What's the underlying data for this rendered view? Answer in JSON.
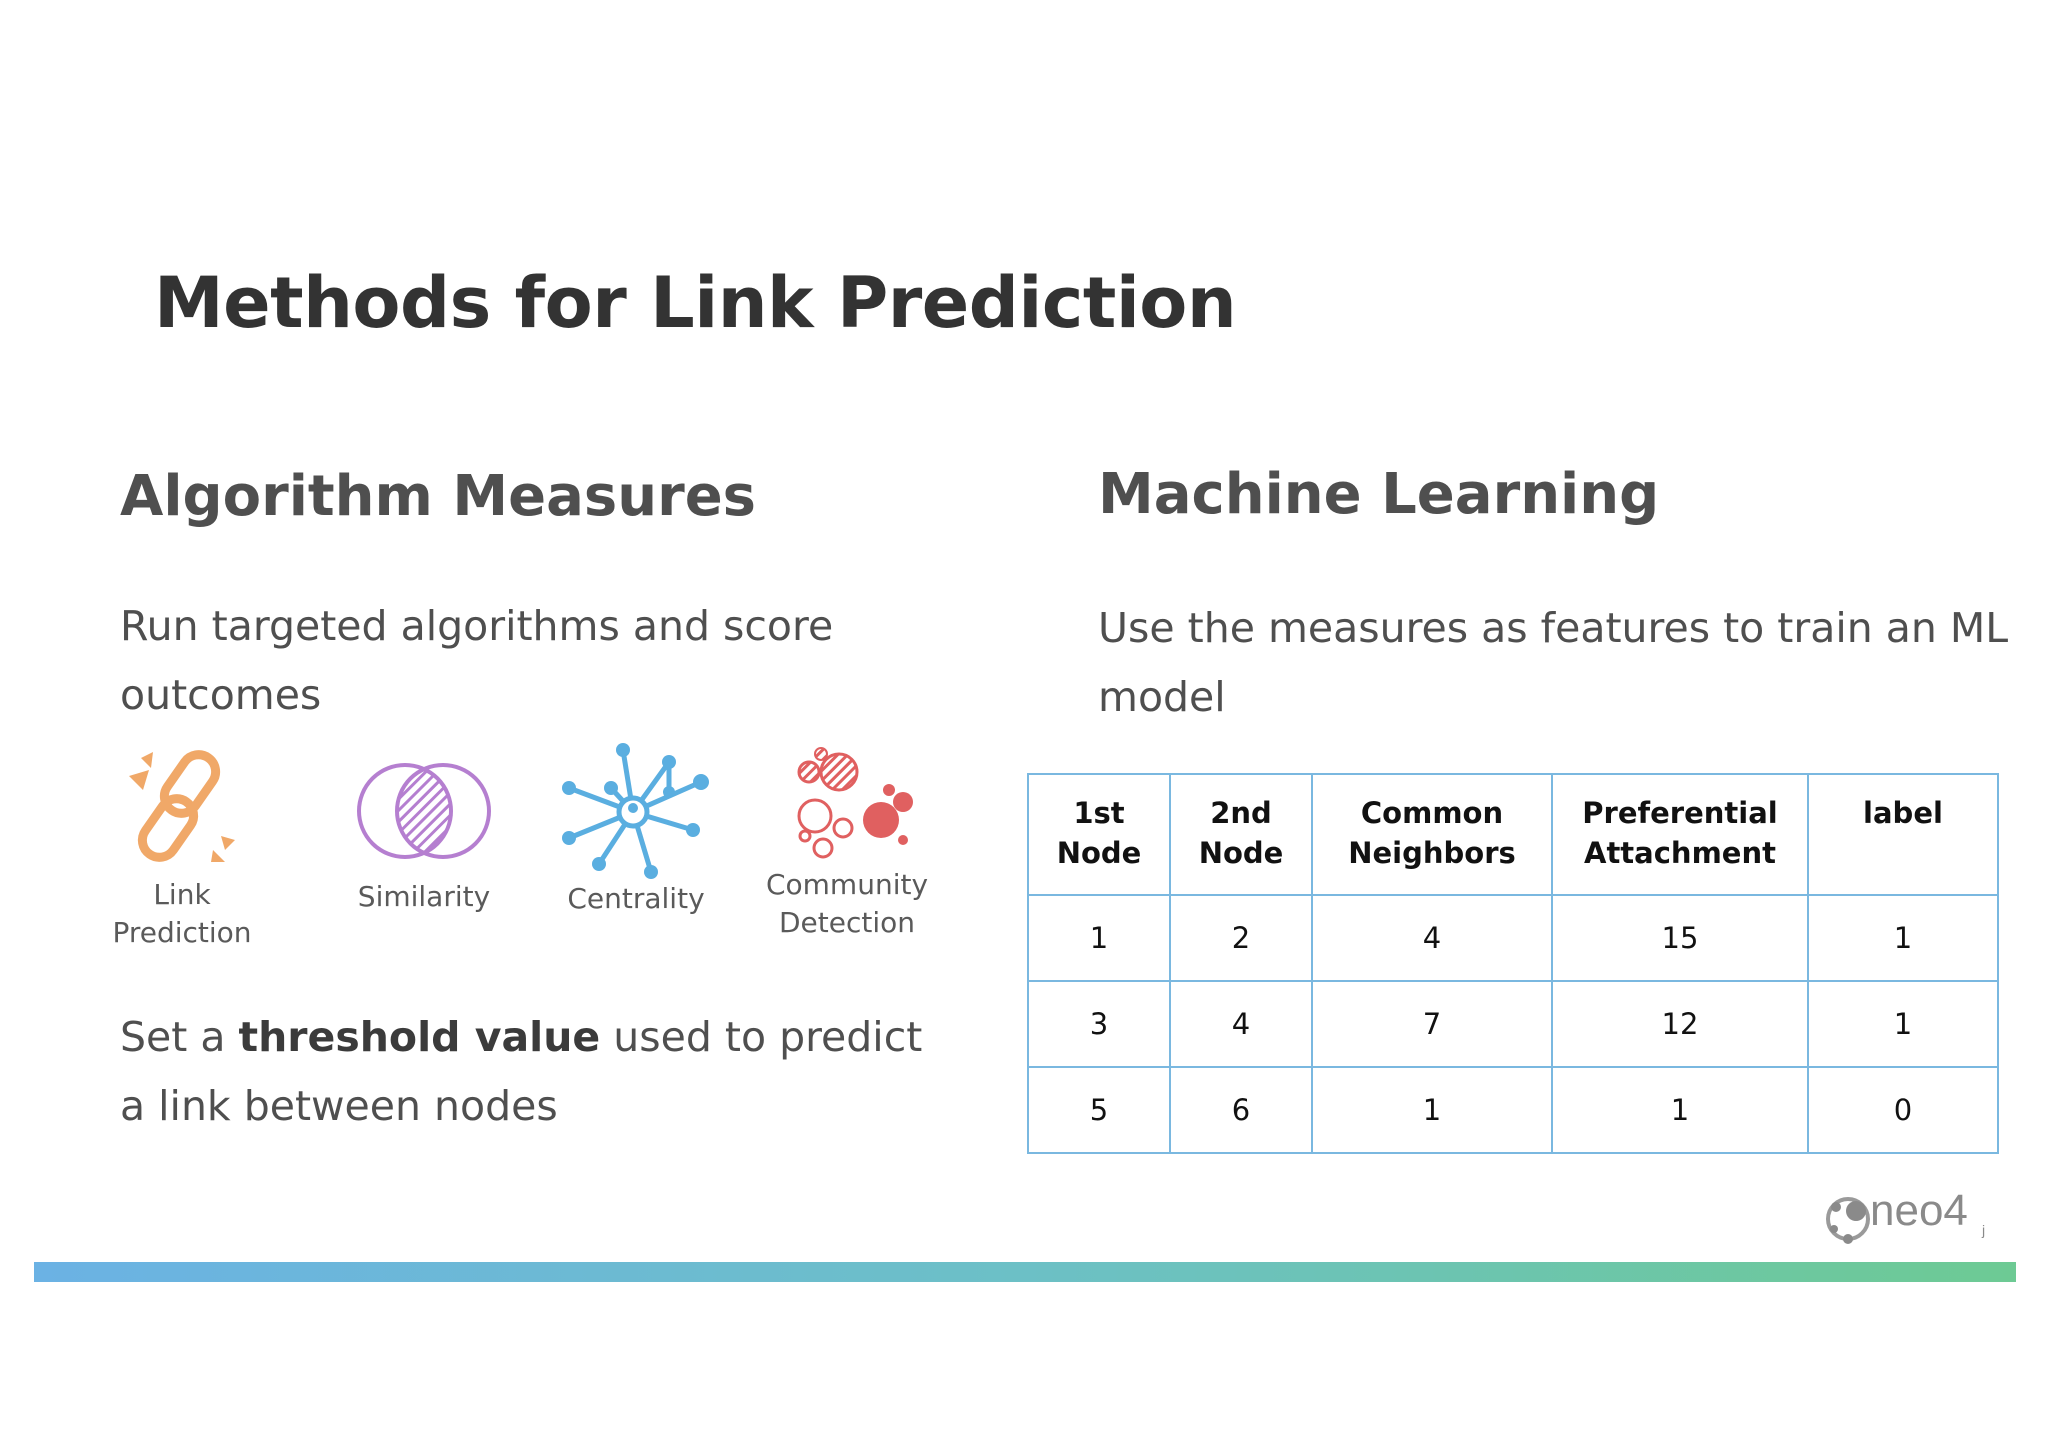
{
  "slide": {
    "title": "Methods for Link Prediction"
  },
  "left": {
    "heading": "Algorithm Measures",
    "description": "Run targeted algorithms and score outcomes",
    "icons": [
      {
        "label": "Link\nPrediction",
        "icon": "link-chain-icon",
        "color": "#f0a868"
      },
      {
        "label": "Similarity",
        "icon": "venn-overlap-icon",
        "color": "#b57fd0"
      },
      {
        "label": "Centrality",
        "icon": "network-hub-icon",
        "color": "#5aaee0"
      },
      {
        "label": "Community\nDetection",
        "icon": "community-bubbles-icon",
        "color": "#e06060"
      }
    ],
    "threshold": {
      "prefix": "Set a ",
      "bold": "threshold value",
      "suffix": " used to predict a link between nodes"
    }
  },
  "right": {
    "heading": "Machine Learning",
    "description": "Use the measures as features to train an ML model",
    "table": {
      "headers": [
        "1st\nNode",
        "2nd\nNode",
        "Common\nNeighbors",
        "Preferential\nAttachment",
        "label"
      ],
      "rows": [
        [
          "1",
          "2",
          "4",
          "15",
          "1"
        ],
        [
          "3",
          "4",
          "7",
          "12",
          "1"
        ],
        [
          "5",
          "6",
          "1",
          "1",
          "0"
        ]
      ],
      "border_color": "#7ab8e0"
    }
  },
  "brand": {
    "logo_text": "neo4j",
    "logo_color": "#8a8a8a",
    "bar_colors": [
      "#6bb2e4",
      "#6dca94"
    ]
  }
}
